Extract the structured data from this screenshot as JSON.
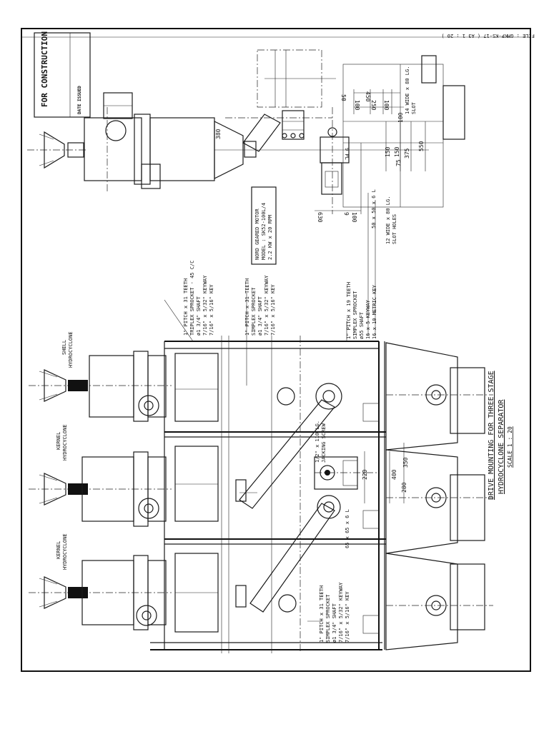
{
  "stamp": {
    "title": "FOR CONSTRUCTION",
    "date_label": "DATE ISSUED"
  },
  "file_ref": "FILE : GMKP-KS-17  ( A3  1 : 20 )",
  "title_block": {
    "line1": "DRIVE MOUNTING FOR THREE STAGE",
    "line2": "HYDROCYCLONE SEPARATOR",
    "scale": "SCALE 1 : 20"
  },
  "hydrocyclones": [
    {
      "line1": "SHELL",
      "line2": "HYDROCYCLONE"
    },
    {
      "line1": "KERNEL",
      "line2": "HYDROCYCLONE"
    },
    {
      "line1": "KERNEL",
      "line2": "HYDROCYCLONE"
    }
  ],
  "motor": {
    "line1": "NORD GEARED MOTOR",
    "line2": "MODEL : SK52-100L/4",
    "line3": "2.2 KW x 20 RPM"
  },
  "notes": {
    "triplex": [
      "1\" PITCH x 31 TEETH",
      "TRIPLEX SPROCKET - 45 C/C",
      "ø1 3/4\" SHAFT",
      "7/16\" x 5/32\" KEYWAY",
      "7/16\" x 5/16\" KEY"
    ],
    "simplex_upper": [
      "1\" PITCH x 31 TEETH",
      "SIMPLEX SPROCKET",
      "ø1 3/4\" SHAFT",
      "7/16\" x 5/32\" KEYWAY",
      "7/16\" x 5/16\" KEY"
    ],
    "simplex_19": [
      "1\" PITCH x 19 TEETH",
      "SIMPLEX SPROCKET",
      "ø55 SHAFT",
      "16 x 5 KEYWAY",
      "16 x 10 METRIC KEY"
    ],
    "simplex_lower": [
      "1\" PITCH x 31 TEETH",
      "SIMPLEX SPROCKET",
      "ø1 3/4\" SHAFT",
      "7/16\" x 5/32\" KEYWAY",
      "7/16\" x 5/16\" KEY"
    ],
    "jacking_screw": [
      "1/2\" x 110 LG.",
      "JACKING SCREW"
    ],
    "angle_65": "65 x 65 x 6 L",
    "angle_50": "50 x 50 x 6 L",
    "slot_12": [
      "12 WIDE x 80 LG.",
      "SLOT HOLES"
    ],
    "slot_14": [
      "14 WIDE x 80 LG.",
      "SLOT"
    ],
    "pl_9": "9 PL"
  },
  "dims": {
    "d380": "380",
    "d630": "630",
    "d100": "100",
    "d9": "9",
    "d50": "50",
    "d450": "450",
    "d100b": "100",
    "d250": "250",
    "d100c": "100",
    "d100d": "100",
    "d75": "75",
    "d150a": "150",
    "d150b": "150",
    "d375": "375",
    "d550": "550",
    "d220": "220",
    "d400": "400",
    "d350": "350",
    "d280": "280"
  }
}
